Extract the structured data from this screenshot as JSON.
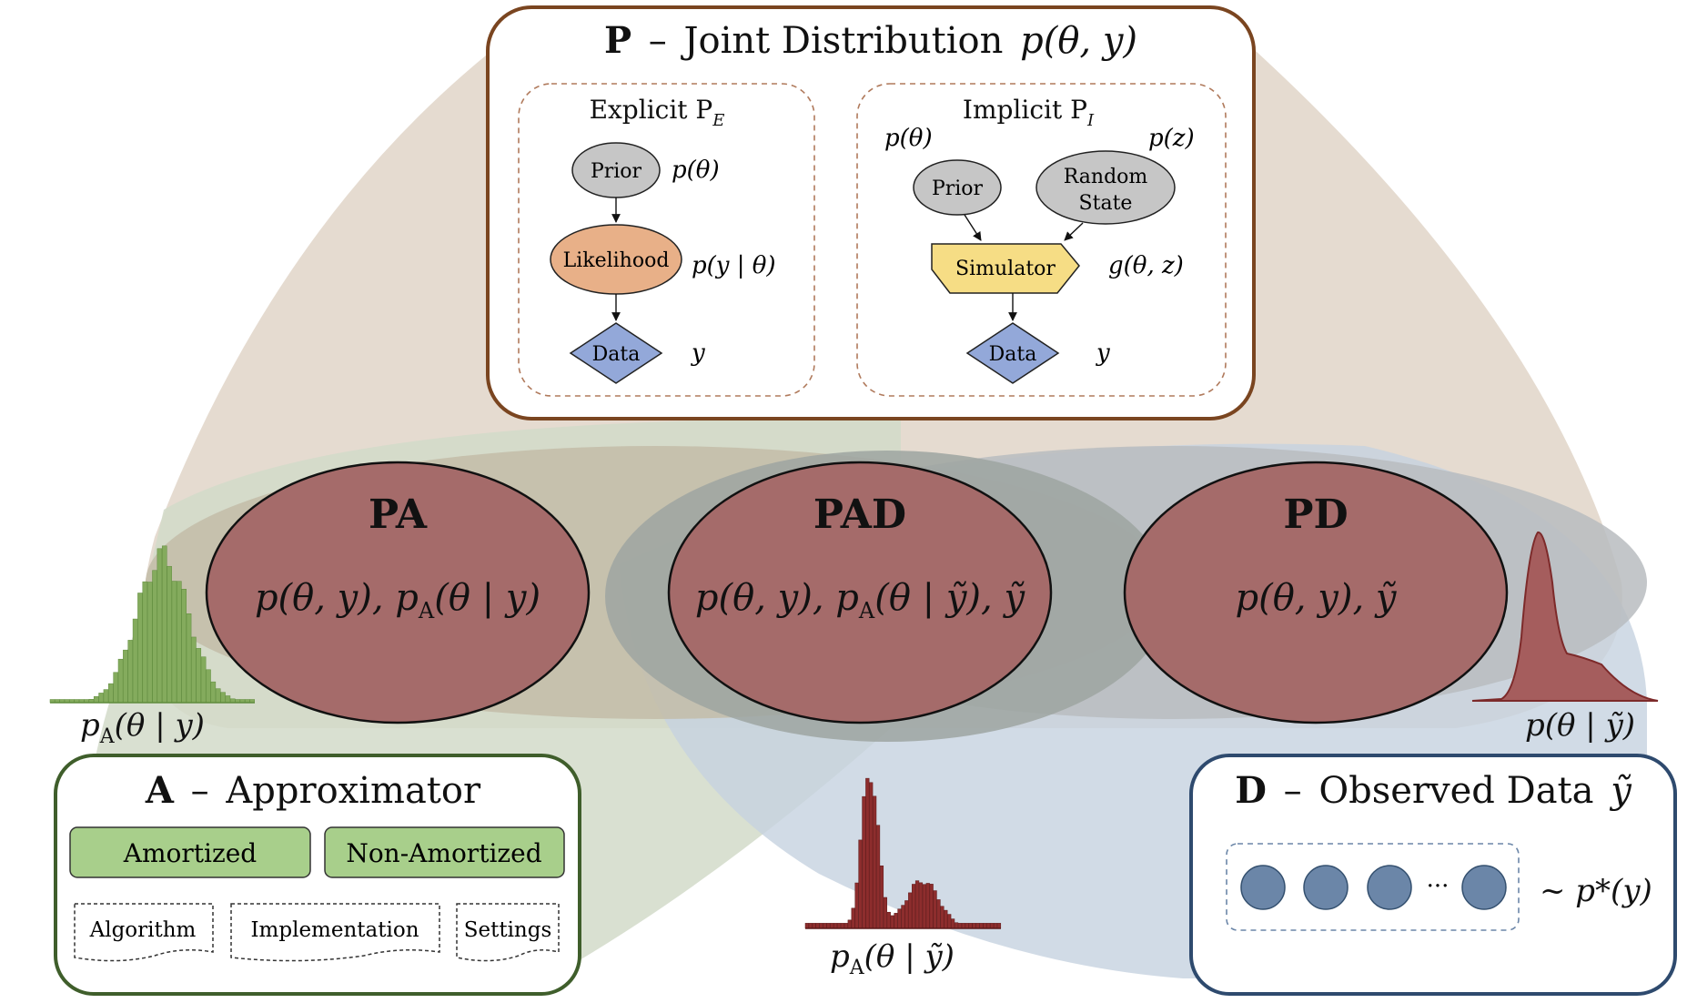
{
  "joint": {
    "letter": "P",
    "dash": "–",
    "title": "Joint Distribution",
    "math": "p(θ, y)",
    "explicit": {
      "title": "Explicit P",
      "title_sub": "E",
      "prior": "Prior",
      "prior_math": "p(θ)",
      "likelihood": "Likelihood",
      "likelihood_math": "p(y | θ)",
      "data": "Data",
      "data_math": "y"
    },
    "implicit": {
      "title": "Implicit P",
      "title_sub": "I",
      "prior": "Prior",
      "prior_math": "p(θ)",
      "random_line1": "Random",
      "random_line2": "State",
      "random_math": "p(z)",
      "simulator": "Simulator",
      "simulator_math": "g(θ, z)",
      "data": "Data",
      "data_math": "y"
    }
  },
  "regions": {
    "pa": {
      "title": "PA",
      "math": "p(θ, y), p",
      "math_sub": "A",
      "math_tail": "(θ | y)"
    },
    "pad": {
      "title": "PAD",
      "math": "p(θ, y), p",
      "math_sub": "A",
      "math_tail": "(θ | ỹ), ỹ"
    },
    "pd": {
      "title": "PD",
      "math": "p(θ, y), ỹ"
    }
  },
  "labels": {
    "left_p": "p",
    "left_sub": "A",
    "left_tail": "(θ | y)",
    "right": "p(θ | ỹ)",
    "bottom_p": "p",
    "bottom_sub": "A",
    "bottom_tail": "(θ | ỹ)"
  },
  "approximator": {
    "letter": "A",
    "dash": "–",
    "title": "Approximator",
    "amortized": "Amortized",
    "non_amortized": "Non-Amortized",
    "algorithm": "Algorithm",
    "implementation": "Implementation",
    "settings": "Settings"
  },
  "observed": {
    "letter": "D",
    "dash": "–",
    "title": "Observed Data",
    "math": "ỹ",
    "ellipsis": "···",
    "dist": "~ p*(y)"
  },
  "colors": {
    "joint_border": "#7a4520",
    "approx_border": "#3f5e2b",
    "observed_border": "#2e4a6e",
    "region_fill": "#a56b6a",
    "prior_fill": "#c6c6c6",
    "likelihood_fill": "#e8b088",
    "data_fill": "#93a8d9",
    "simulator_fill": "#f6dd85",
    "green_button": "#a8cf8b",
    "green_hist": "#84ab5d",
    "red_hist": "#8d2d2d",
    "dot_fill": "#6b86a8"
  }
}
